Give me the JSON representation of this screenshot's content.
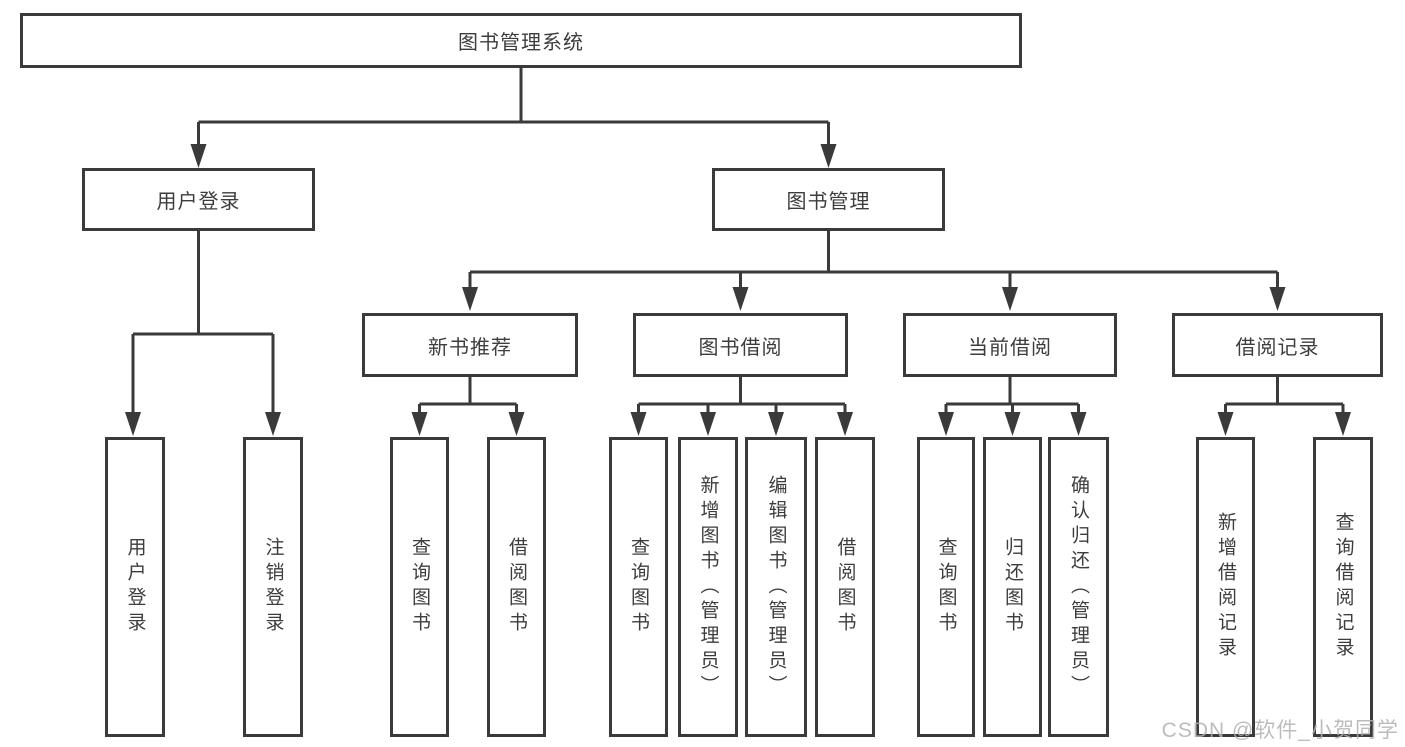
{
  "page": {
    "background": "#ffffff"
  },
  "colors": {
    "line": "#3a3a3a",
    "box_border": "#3a3a3a",
    "text": "#3d3d3d",
    "watermark": "#b3b0b0"
  },
  "watermark": {
    "text": "CSDN @软件_小贺同学"
  },
  "tree": {
    "root": {
      "label": "图书管理系统",
      "children": [
        {
          "label": "用户登录",
          "children": [
            {
              "label": "用户登录"
            },
            {
              "label": "注销登录"
            }
          ]
        },
        {
          "label": "图书管理",
          "children": [
            {
              "label": "新书推荐",
              "children": [
                {
                  "label": "查询图书"
                },
                {
                  "label": "借阅图书"
                }
              ]
            },
            {
              "label": "图书借阅",
              "children": [
                {
                  "label": "查询图书"
                },
                {
                  "label": "新增图书（管理员）"
                },
                {
                  "label": "编辑图书（管理员）"
                },
                {
                  "label": "借阅图书"
                }
              ]
            },
            {
              "label": "当前借阅",
              "children": [
                {
                  "label": "查询图书"
                },
                {
                  "label": "归还图书"
                },
                {
                  "label": "确认归还（管理员）"
                }
              ]
            },
            {
              "label": "借阅记录",
              "children": [
                {
                  "label": "新增借阅记录"
                },
                {
                  "label": "查询借阅记录"
                }
              ]
            }
          ]
        }
      ]
    }
  }
}
